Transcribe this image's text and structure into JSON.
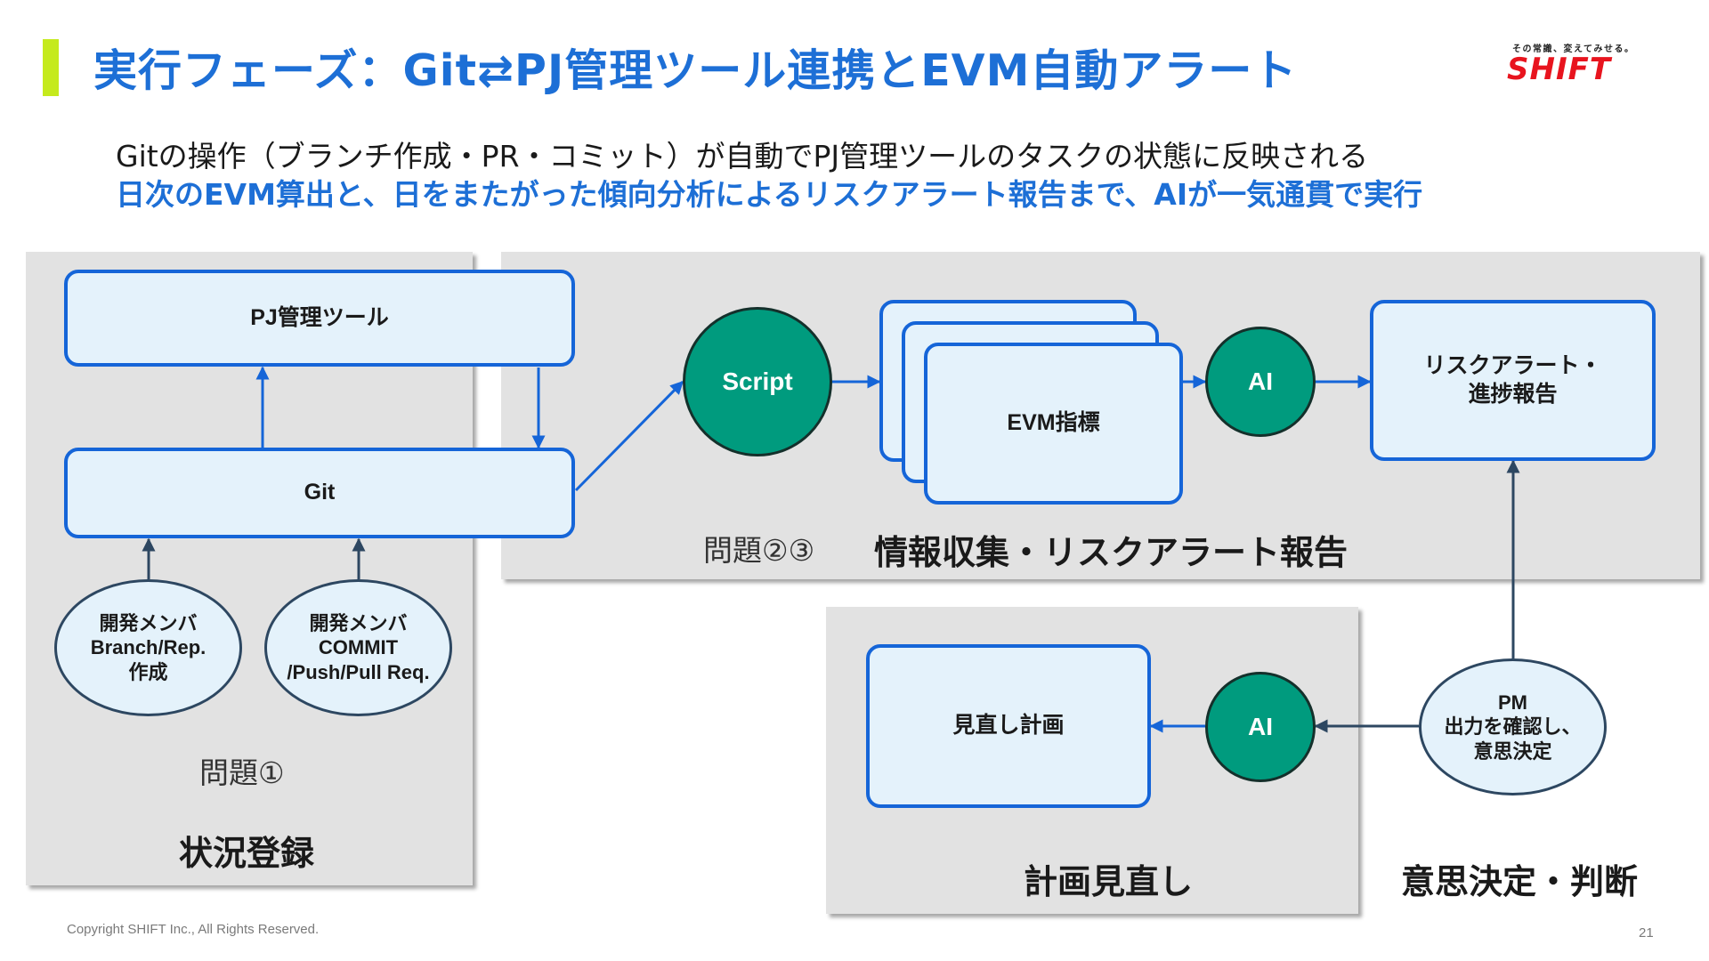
{
  "header": {
    "title": "実行フェーズ：Git⇄PJ管理ツール連携とEVM自動アラート",
    "logo_tagline": "その常識、変えてみせる。",
    "logo_word": "SHIFT"
  },
  "summary": {
    "line1": "Gitの操作（ブランチ作成・PR・コミット）が自動でPJ管理ツールのタスクの状態に反映される",
    "line2": "日次のEVM算出と、日をまたがった傾向分析によるリスクアラート報告まで、AIが一気通貫で実行"
  },
  "left_section": {
    "pj_tool": "PJ管理ツール",
    "git": "Git",
    "dev1": "開発メンバ\nBranch/Rep.\n作成",
    "dev2": "開発メンバ\nCOMMIT\n/Push/Pull Req.",
    "issue": "問題①",
    "label": "状況登録"
  },
  "top_section": {
    "script": "Script",
    "evm": "EVM指標",
    "ai": "AI",
    "report": "リスクアラート・\n進捗報告",
    "issue": "問題②③",
    "label": "情報収集・リスクアラート報告"
  },
  "bottom_section": {
    "plan": "見直し計画",
    "ai": "AI",
    "label": "計画見直し"
  },
  "decision": {
    "pm": "PM\n出力を確認し、\n意思決定",
    "label": "意思決定・判断"
  },
  "footer": {
    "copyright": "Copyright SHIFT Inc., All Rights Reserved.",
    "page": "21"
  },
  "colors": {
    "title_blue": "#1d6fd6",
    "accent_lime": "#c5ea1d",
    "node_border": "#1565d8",
    "node_fill": "#e4f2fb",
    "ai_green": "#009b7e",
    "logo_red": "#e8141e",
    "panel_gray": "#e2e2e2"
  }
}
